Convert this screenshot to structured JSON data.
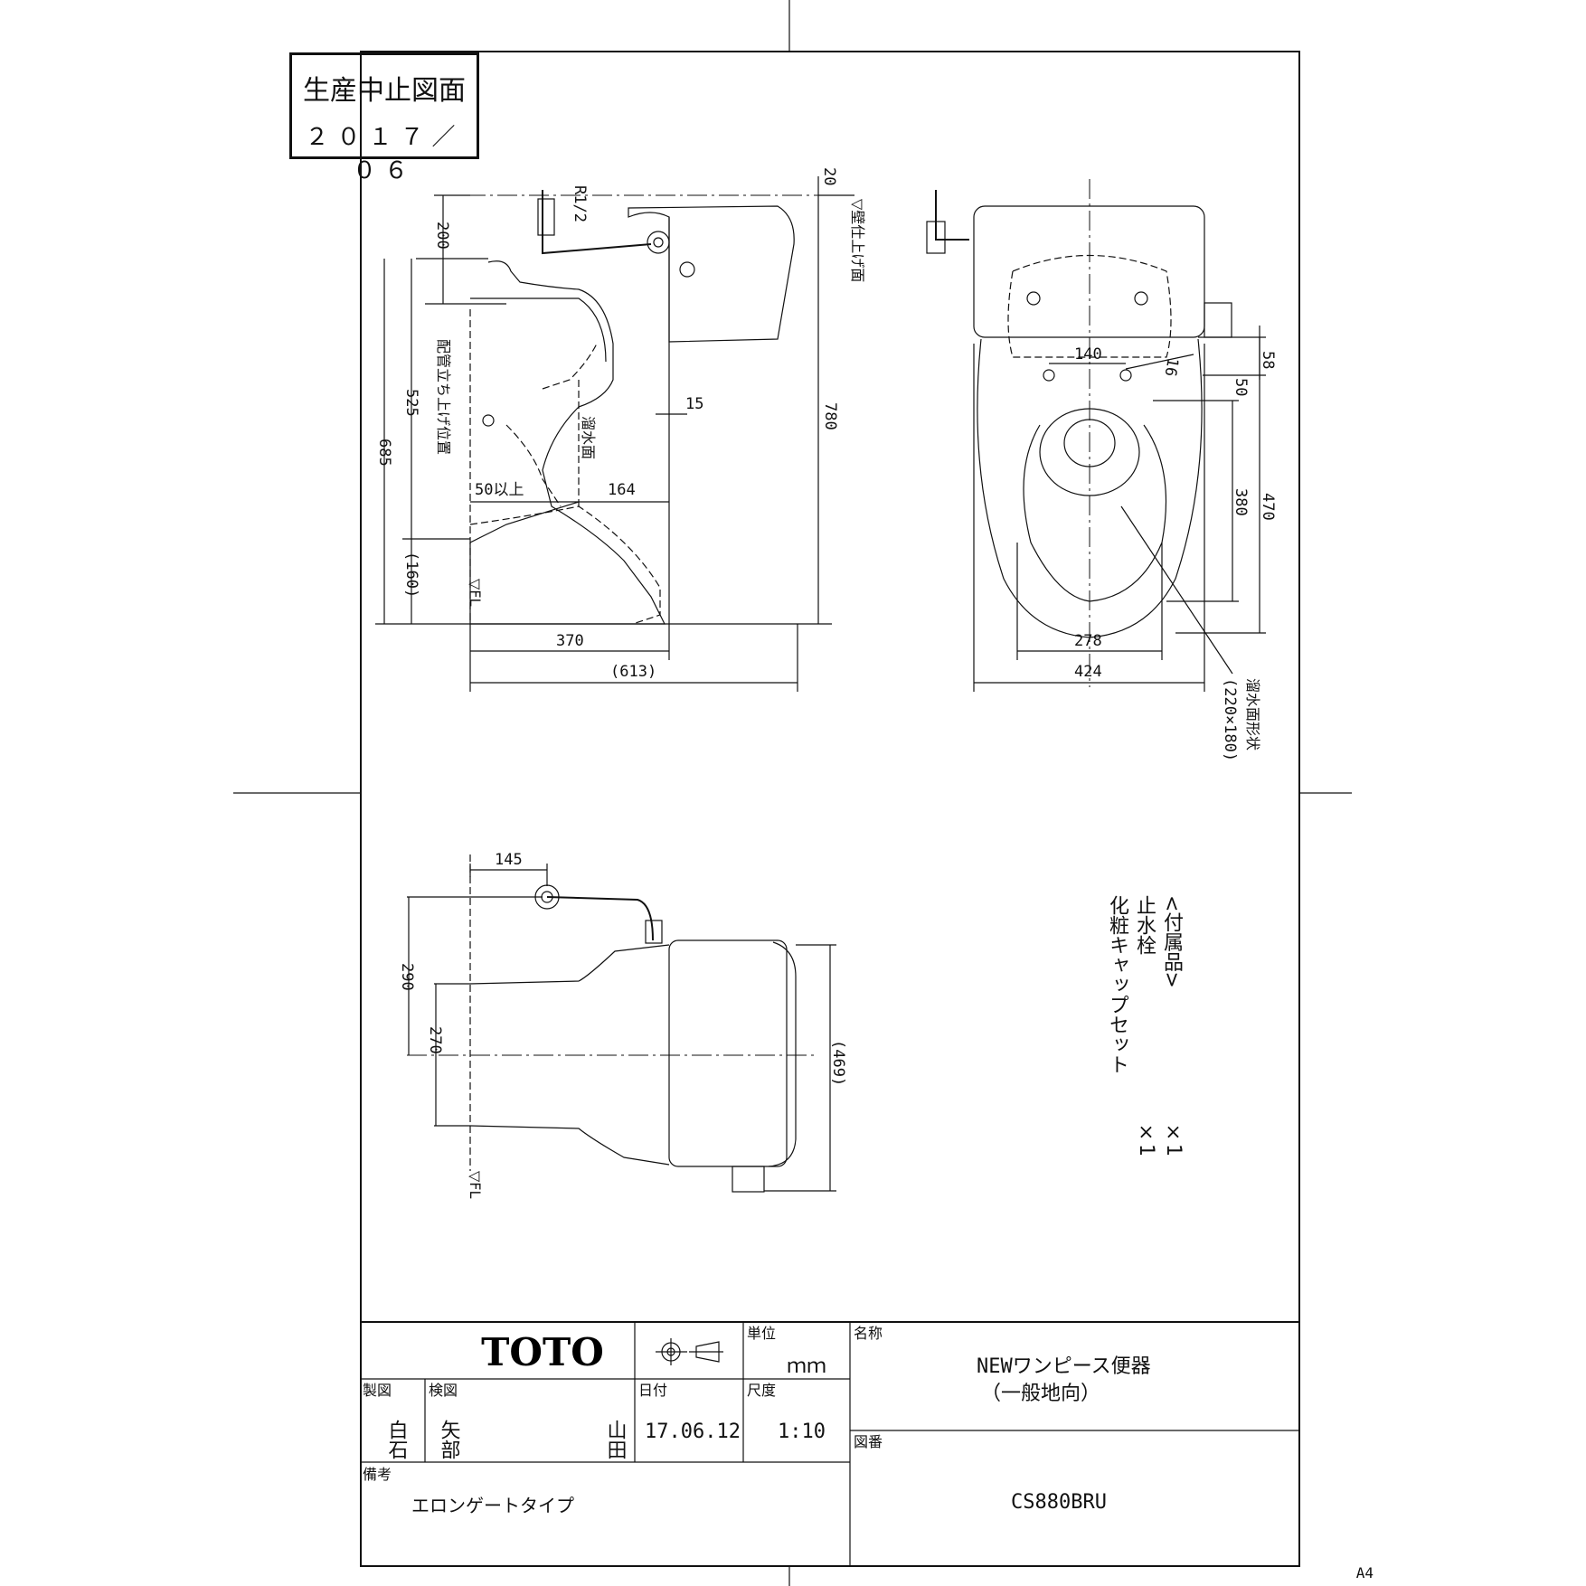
{
  "stamp": {
    "title": "生産中止図面",
    "date": "２０１７／０６"
  },
  "title_block": {
    "maker": "TOTO",
    "unit_label": "単位",
    "unit_value": "ｍｍ",
    "name_label": "名称",
    "name_line1": "NEWワンピース便器",
    "name_line2": "（一般地向）",
    "drawn_label": "製図",
    "drawn_value": "白石",
    "checked_label": "検図",
    "checked_value1": "矢部",
    "checked_value2": "山田",
    "date_label": "日付",
    "date_value": "17.06.12",
    "scale_label": "尺度",
    "scale_value": "1:10",
    "number_label": "図番",
    "number_value": "CS880BRU",
    "notes_label": "備考",
    "notes_value": "エロンゲートタイプ"
  },
  "paper_size": "A4",
  "accessories": {
    "heading": "<付属品>",
    "item1": "止水栓",
    "item2": "化粧キャップセット",
    "qty1": "×1",
    "qty2": "×1"
  },
  "side_view": {
    "thread": "R1/2",
    "wall": "▽壁仕上げ面",
    "pipe_height": "配管立ち上げ位置",
    "water_surface": "溜水面",
    "fl": "▽FL",
    "d20": "20",
    "d200": "200",
    "d525": "525",
    "d685": "685",
    "d160": "(160)",
    "d780": "780",
    "d15": "15",
    "d50": "50以上",
    "d164": "164",
    "d370": "370",
    "d613": "(613)"
  },
  "top_view": {
    "d140": "140",
    "d16": "16",
    "d58": "58",
    "d50": "50",
    "d380": "380",
    "d470": "470",
    "d278": "278",
    "d424": "424",
    "shape_label": "溜水面形状",
    "shape_size": "(220×180)"
  },
  "back_view": {
    "d145": "145",
    "d290": "290",
    "d270": "270",
    "d469": "(469)",
    "fl": "▽FL"
  }
}
